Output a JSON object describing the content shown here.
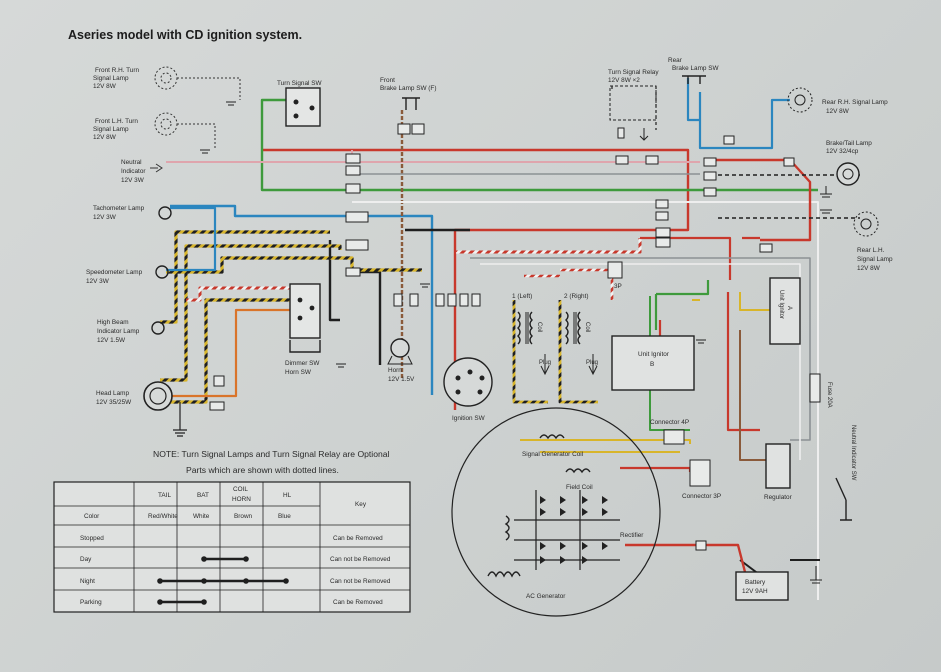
{
  "title": "Aseries model with CD ignition system.",
  "note_line1": "NOTE: Turn Signal Lamps and Turn Signal Relay are Optional",
  "note_line2": "Parts which are shown with dotted lines.",
  "colors": {
    "red": "#c8382c",
    "blue": "#2b86bf",
    "green": "#3e9a3c",
    "yellow": "#d8b52a",
    "black": "#1f1f1f",
    "brown": "#8a5a3a",
    "white": "#f2f2f2",
    "orange": "#d9742a",
    "pink": "#dfa5ad",
    "grey": "#8c9194"
  },
  "components": {
    "front_rh_turn": [
      "Front R.H. Turn",
      "Signal Lamp",
      "12V 8W"
    ],
    "front_lh_turn": [
      "Front L.H. Turn",
      "Signal Lamp",
      "12V 8W"
    ],
    "neutral_indicator": [
      "Neutral",
      "Indicator",
      "12V 3W"
    ],
    "tachometer_lamp": [
      "Tachometer Lamp",
      "12V 3W"
    ],
    "speedometer_lamp": [
      "Speedometer Lamp",
      "12V 3W"
    ],
    "high_beam": [
      "High Beam",
      "Indicator Lamp",
      "12V 1.5W"
    ],
    "head_lamp": [
      "Head Lamp",
      "12V 35/25W"
    ],
    "turn_signal_sw": "Turn Signal SW",
    "front_brake_sw": [
      "Front",
      "Brake Lamp SW (F)"
    ],
    "turn_signal_relay": [
      "Turn Signal Relay",
      "12V 8W ×2"
    ],
    "rear_brake_sw": [
      "Rear",
      "Brake Lamp SW"
    ],
    "rear_rh_turn": [
      "Rear R.H. Signal Lamp",
      "12V  8W"
    ],
    "brake_tail": [
      "Brake/Tail Lamp",
      "12V 32/4cp"
    ],
    "rear_lh_turn": [
      "Rear L.H.",
      "Signal Lamp",
      "12V 8W"
    ],
    "dimmer_sw": [
      "Dimmer SW",
      "Horn SW"
    ],
    "horn": [
      "Horn",
      "12V 1.5V"
    ],
    "ignition_sw": "Ignition SW",
    "coil_left": "1 (Left)",
    "coil_right": "2 (Right)",
    "coil": "Coil",
    "plug": "Plug",
    "connector_3p_top": "3P",
    "unit_ignitor_b": [
      "Unit Ignitor",
      "B"
    ],
    "unit_ignitor_a": [
      "Unit Ignitor",
      "A"
    ],
    "fuse": "Fuse 20A",
    "neutral_indicator_sw": "Neutral Indicator SW",
    "connector_4p": "Connector 4P",
    "connector_3p": "Connector 3P",
    "regulator": "Regulator",
    "signal_gen_coil": "Signal Generator Coil",
    "field_coil": "Field Coil",
    "rectifier": "Rectifier",
    "ac_generator": "AC Generator",
    "battery": [
      "Battery",
      "12V 9AH"
    ]
  },
  "key_table": {
    "columns": [
      "TAIL",
      "BAT",
      "COIL HORN",
      "HL"
    ],
    "color_row": {
      "label": "Color",
      "values": [
        "Red/White",
        "White",
        "Brown",
        "Blue"
      ]
    },
    "key_header": "Key",
    "rows": [
      {
        "label": "Stopped",
        "key": "Can be Removed",
        "span": []
      },
      {
        "label": "Day",
        "key": "Can not be Removed",
        "span": [
          1,
          2
        ]
      },
      {
        "label": "Night",
        "key": "Can not be Removed",
        "span": [
          0,
          3
        ]
      },
      {
        "label": "Parking",
        "key": "Can be Removed",
        "span": [
          0,
          1
        ]
      }
    ]
  }
}
